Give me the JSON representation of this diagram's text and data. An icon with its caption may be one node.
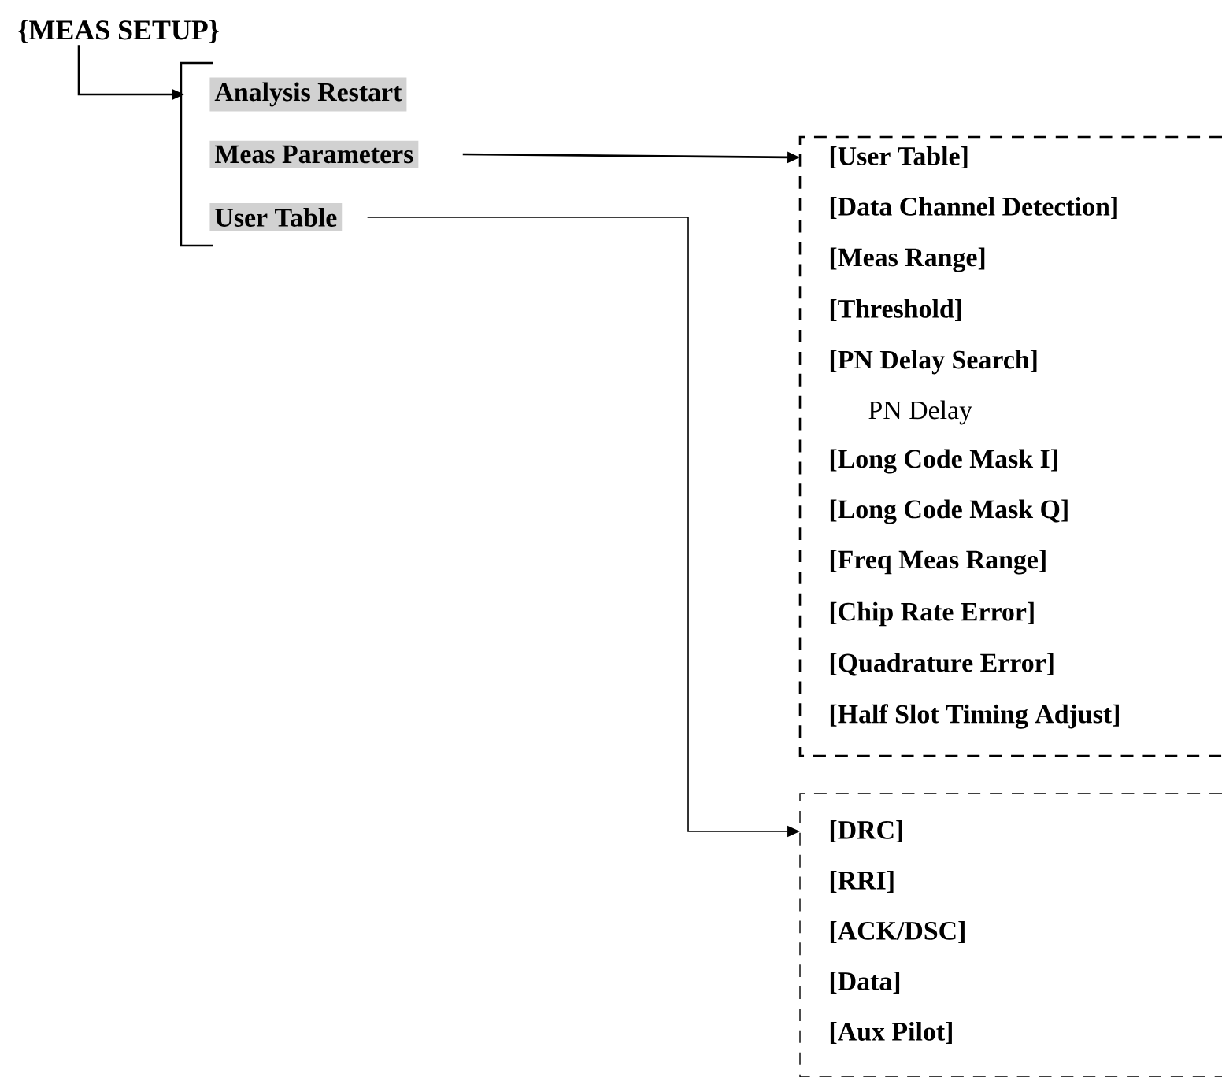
{
  "diagram": {
    "nodes": [
      {
        "text": [
          "{MEAS SETUP}"
        ]
      },
      {
        "text": [
          "Analysis Restart"
        ]
      },
      {
        "text": [
          "Meas Parameters"
        ]
      },
      {
        "text": [
          "User Table"
        ]
      },
      {
        "text": [],
        "shape": "box"
      },
      {
        "text": [
          "[User Table]"
        ],
        "in": 4
      },
      {
        "text": [
          "[Data Channel Detection]"
        ],
        "in": 4
      },
      {
        "text": [
          "[Meas Range]"
        ],
        "in": 4
      },
      {
        "text": [
          "[Threshold]"
        ],
        "in": 4
      },
      {
        "text": [
          "[PN Delay Search]"
        ],
        "in": 4
      },
      {
        "text": [
          "PN Delay"
        ],
        "in": 4
      },
      {
        "text": [
          "[Long Code Mask I]"
        ],
        "in": 4
      },
      {
        "text": [
          "[Long Code Mask Q]"
        ],
        "in": 4
      },
      {
        "text": [
          "[Freq Meas Range]"
        ],
        "in": 4
      },
      {
        "text": [
          "[Chip Rate Error]"
        ],
        "in": 4
      },
      {
        "text": [
          "[Quadrature Error]"
        ],
        "in": 4
      },
      {
        "text": [
          "[Half Slot Timing Adjust]"
        ],
        "in": 4
      },
      {
        "text": [],
        "shape": "box"
      },
      {
        "text": [
          "[DRC]"
        ],
        "in": 17
      },
      {
        "text": [
          "[RRI]"
        ],
        "in": 17
      },
      {
        "text": [
          "[ACK/DSC]"
        ],
        "in": 17
      },
      {
        "text": [
          "[Data]"
        ],
        "in": 17
      },
      {
        "text": [
          "[Aux Pilot]"
        ],
        "in": 17
      }
    ],
    "edges": [
      {
        "from": 0,
        "to": 1,
        "arrow": "to"
      },
      {
        "from": 2,
        "to": 4,
        "arrow": "to"
      },
      {
        "from": 3,
        "to": 17,
        "arrow": "to"
      }
    ]
  }
}
